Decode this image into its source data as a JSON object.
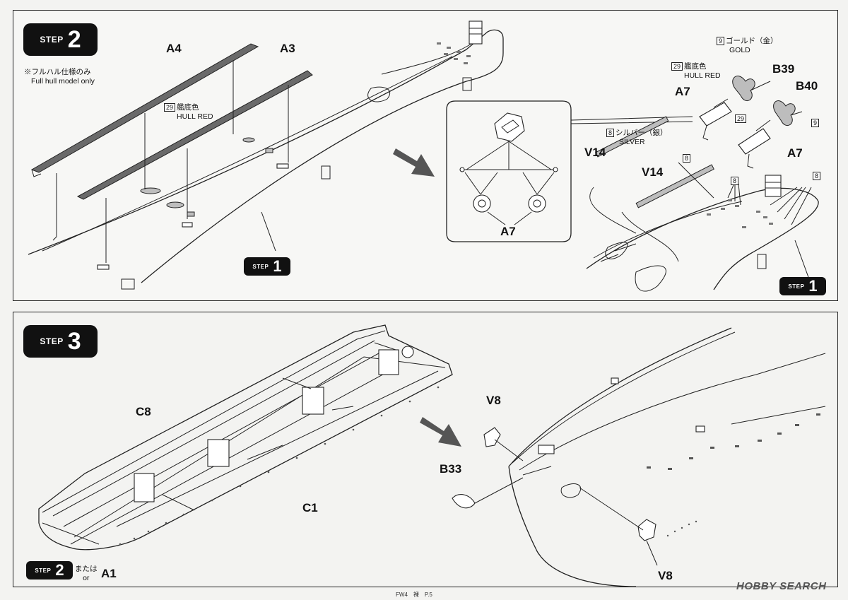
{
  "step2": {
    "badge_word": "STEP",
    "badge_num": "2",
    "a4": "A4",
    "a3": "A3",
    "fullhull_jp": "※フルハル仕様のみ",
    "fullhull_en": "Full hull model only",
    "color29_code": "29",
    "color29_jp": "艦底色",
    "color29_en": "HULL RED",
    "step1_a": {
      "word": "STEP",
      "num": "1"
    },
    "a7_inset": "A7",
    "color9_code": "9",
    "color9_jp": "ゴールド（金）",
    "color9_en": "GOLD",
    "color29b_code": "29",
    "color29b_jp": "艦底色",
    "color29b_en": "HULL RED",
    "b39": "B39",
    "b40": "B40",
    "a7_top": "A7",
    "a7_mid": "A7",
    "color9_small": "9",
    "color29_small": "29",
    "color8_code": "8",
    "color8_jp": "シルバー（銀）",
    "color8_en": "SILVER",
    "color8_a": "8",
    "color8_b": "8",
    "color8_c": "8",
    "v14_a": "V14",
    "v14_b": "V14",
    "step1_b": {
      "word": "STEP",
      "num": "1"
    }
  },
  "step3": {
    "badge_word": "STEP",
    "badge_num": "3",
    "c8": "C8",
    "c1": "C1",
    "step2_small": {
      "word": "STEP",
      "num": "2"
    },
    "or_jp": "または",
    "or_en": "or",
    "a1": "A1",
    "v8_top": "V8",
    "b33": "B33",
    "v8_bottom": "V8"
  },
  "footer": "FW4　裸　P.5",
  "watermark": "HOBBY SEARCH"
}
